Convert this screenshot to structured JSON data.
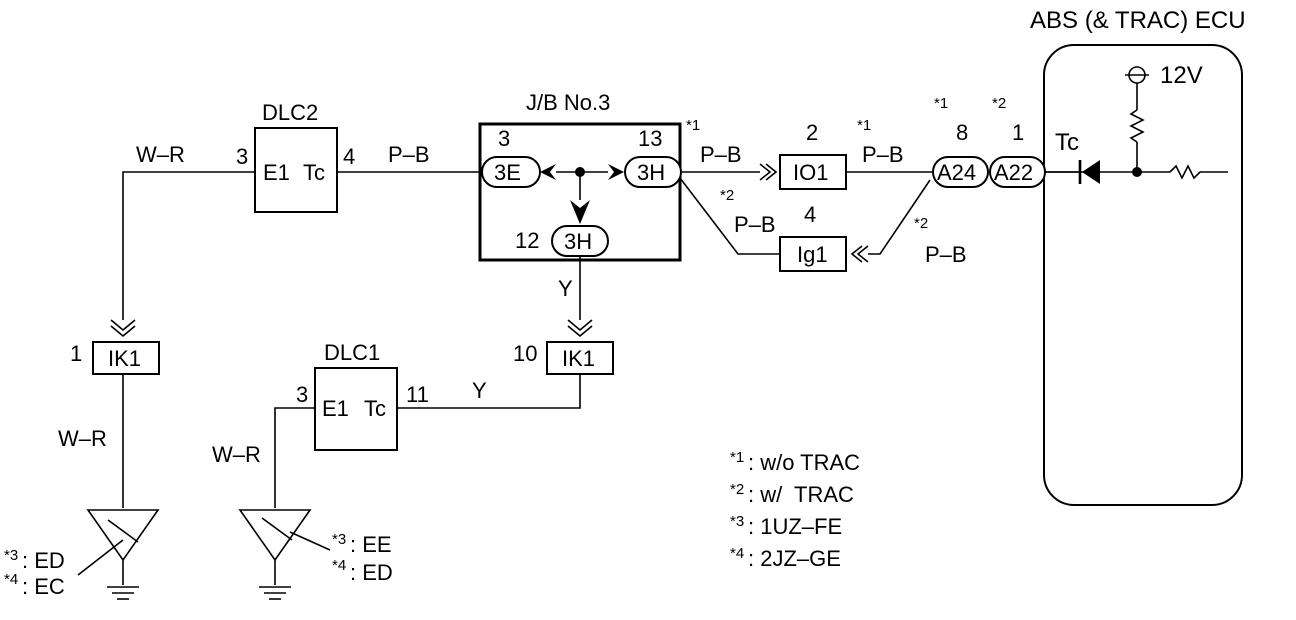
{
  "ecu": {
    "title": "ABS (& TRAC) ECU",
    "voltage": "12V",
    "tc": "Tc"
  },
  "dlc2": {
    "name": "DLC2",
    "e1": "E1",
    "tc": "Tc",
    "pin_left": "3",
    "pin_right": "4"
  },
  "dlc1": {
    "name": "DLC1",
    "e1": "E1",
    "tc": "Tc",
    "pin_left": "3",
    "pin_right": "11"
  },
  "jb": {
    "name": "J/B No.3",
    "c1": "3E",
    "c1_pin": "3",
    "c2": "3H",
    "c2_pin": "13",
    "c3": "3H",
    "c3_pin": "12"
  },
  "ik1_left": {
    "name": "IK1",
    "pin": "1"
  },
  "ik1_right": {
    "name": "IK1",
    "pin": "10"
  },
  "io1": {
    "name": "IO1",
    "pin": "2"
  },
  "ig1": {
    "name": "Ig1",
    "pin": "4"
  },
  "a24": {
    "name": "A24",
    "pin": "8",
    "note": "*1"
  },
  "a22": {
    "name": "A22",
    "pin": "1",
    "note": "*2"
  },
  "wires": {
    "wr_top": "W–R",
    "pb_dlc2": "P–B",
    "y_jb": "Y",
    "y_dlc1": "Y",
    "wr_left": "W–R",
    "wr_dlc1": "W–R",
    "pb_1": "P–B",
    "pb_1_note": "*1",
    "pb_2": "P–B",
    "pb_2_note": "*2",
    "pb_3": "P–B",
    "pb_3_note": "*1",
    "pb_4": "P–B",
    "pb_4_note": "*2"
  },
  "grounds": {
    "left": {
      "l1_star": "*3",
      "l1": ": ED",
      "l2_star": "*4",
      "l2": ": EC"
    },
    "right": {
      "l1_star": "*3",
      "l1": ": EE",
      "l2_star": "*4",
      "l2": ": ED"
    }
  },
  "notes": [
    {
      "star": "*1",
      "text": ": w/o TRAC"
    },
    {
      "star": "*2",
      "text": ": w/  TRAC"
    },
    {
      "star": "*3",
      "text": ": 1UZ–FE"
    },
    {
      "star": "*4",
      "text": ": 2JZ–GE"
    }
  ]
}
